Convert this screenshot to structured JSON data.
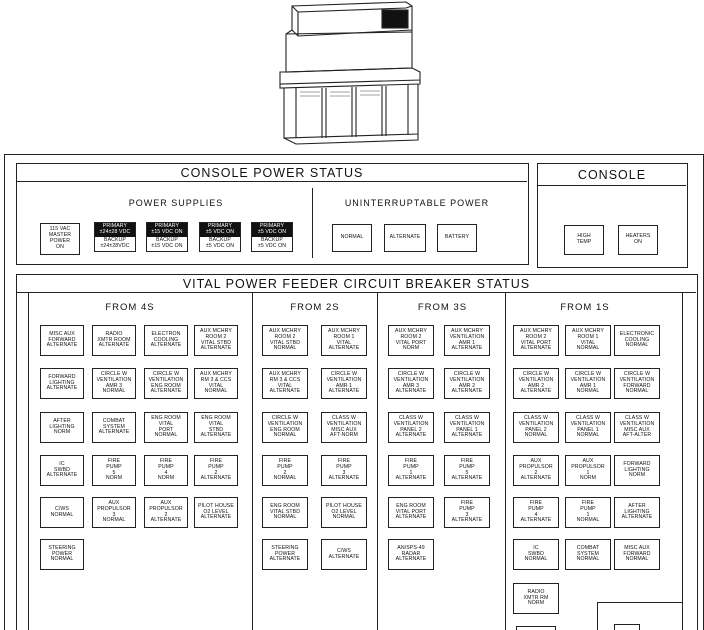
{
  "console_power_status": {
    "title": "CONSOLE POWER STATUS",
    "power_supplies_header": "POWER SUPPLIES",
    "ups_header": "UNINTERRUPTABLE POWER",
    "power_supplies": [
      {
        "label": "115 VAC\nMASTER\nPOWER\nON"
      },
      {
        "top": "PRIMARY\n±24±28 VDC",
        "bottom": "BACKUP\n±24±28VDC"
      },
      {
        "top": "PRIMARY\n±15 VDC ON",
        "bottom": "BACKUP\n±15 VDC ON"
      },
      {
        "top": "PRIMARY\n±5 VDC ON",
        "bottom": "BACKUP\n±5 VDC ON"
      },
      {
        "top": "PRIMARY\n±5 VDC ON",
        "bottom": "BACKUP\n±5 VDC ON"
      }
    ],
    "ups": [
      "NORMAL",
      "ALTERNATE",
      "BATTERY"
    ]
  },
  "console": {
    "title": "CONSOLE",
    "buttons": [
      "HIGH\nTEMP",
      "HEATERS\nON"
    ]
  },
  "vital_status": {
    "title": "VITAL POWER FEEDER CIRCUIT BREAKER STATUS",
    "groups": [
      {
        "header": "FROM 4S",
        "buttons": [
          "MISC AUX\nFORWARD\nALTERNATE",
          "RADIO\nXMTR ROOM\nALTERNATE",
          "ELECTRON\nCOOLING\nALTERNATE",
          "AUX MCHRY\nROOM 2\nVITAL STBD\nALTERNATE",
          "FORWARD\nLIGHTING\nALTERNATE",
          "CIRCLE W\nVENTILATION\nAMR 3\nNORMAL",
          "CIRCLE W\nVENTILATION\nENG ROOM\nALTERNATE",
          "AUX MCHRY\nRM 3 & CCS\nVITAL\nNORMAL",
          "AFTER\nLIGHTING\nNORM",
          "COMBAT\nSYSTEM\nALTERNATE",
          "ENG ROOM\nVITAL\nPORT\nNORMAL",
          "ENG ROOM\nVITAL\nSTBD\nALTERNATE",
          "IC\nSWBD\nALTERNATE",
          "FIRE\nPUMP\n5\nNORM",
          "FIRE\nPUMP\n4\nNORM",
          "FIRE\nPUMP\n2\nALTERNATE",
          "C/WS\nNORMAL",
          "AUX\nPROPULSOR\n3\nNORMAL",
          "AUX\nPROPULSOR\n2\nALTERNATE",
          "PILOT HOUSE\nO2 LEVEL\nALTERNATE",
          "STEERING\nPOWER\nNORMAL"
        ]
      },
      {
        "header": "FROM 2S",
        "buttons": [
          "AUX MCHRY\nROOM 2\nVITAL STBD\nNORMAL",
          "AUX MCHRY\nROOM 1\nVITAL\nALTERNATE",
          "AUX MCHRY\nRM 3 & CCS\nVITAL\nALTERNATE",
          "CIRCLE W\nVENTILATION\nAMR 1\nALTERNATE",
          "CIRCLE W\nVENTILATION\nENG ROOM\nNORMAL",
          "CLASS W\nVENTILATION\nMISC AUX\nAFT-NORM",
          "FIRE\nPUMP\n2\nNORMAL",
          "FIRE\nPUMP\n3\nALTERNATE",
          "ENG ROOM\nVITAL STBD\nNORMAL",
          "PILOT HOUSE\nO2 LEVEL\nNORMAL",
          "STEERING\nPOWER\nALTERNATE",
          "C/WS\nALTERNATE"
        ]
      },
      {
        "header": "FROM 3S",
        "buttons": [
          "AUX MCHRY\nROOM 2\nVITAL PORT\nNORM",
          "AUX MCHRY\nVENTILATION\nAMR 1\nALTERNATE",
          "CIRCLE W\nVENTILATION\nAMR 3\nALTERNATE",
          "CIRCLE W\nVENTILATION\nAMR 2\nALTERNATE",
          "CLASS W\nVENTILATION\nPANEL 2\nALTERNATE",
          "CLASS W\nVENTILATION\nPANEL 1\nALTERNATE",
          "FIRE\nPUMP\n1\nALTERNATE",
          "FIRE\nPUMP\n5\nALTERNATE",
          "ENG ROOM\nVITAL PORT\nALTERNATE",
          "FIRE\nPUMP\n3\nALTERNATE",
          "AN/SPS-49\nRADAR\nALTERNATE"
        ]
      },
      {
        "header": "FROM 1S",
        "buttons": [
          "AUX MCHRY\nROOM 2\nVITAL PORT\nALTERNATE",
          "AUX MCHRY\nROOM 1\nVITAL\nNORMAL",
          "ELECTRONIC\nCOOLING\nNORMAL",
          "CIRCLE W\nVENTILATION\nAMR 2\nALTERNATE",
          "CIRCLE W\nVENTILATION\nAMR 1\nNORMAL",
          "CIRCLE W\nVENTILATION\nFORWARD\nNORMAL",
          "CLASS W\nVENTILATION\nPANEL 2\nNORMAL",
          "CLASS W\nVENTILATION\nPANEL 1\nNORMAL",
          "CLASS W\nVENTILATION\nMISC AUX\nAFT-ALTER",
          "AUX\nPROPULSOR\n2\nALTERNATE",
          "AUX\nPROPULSOR\n1\nNORM",
          "FORWARD\nLIGHTING\nNORM",
          "FIRE\nPUMP\n4\nALTERNATE",
          "FIRE\nPUMP\n1\nNORMAL",
          "AFTER\nLIGHTING\nALTERNATE",
          "IC\nSWBD\nNORMAL",
          "COMBAT\nSYSTEM\nNORMAL",
          "MISC AUX\nFORWARD\nNORMAL",
          "RADIO\nXMTR RM\nNORM"
        ]
      }
    ]
  }
}
